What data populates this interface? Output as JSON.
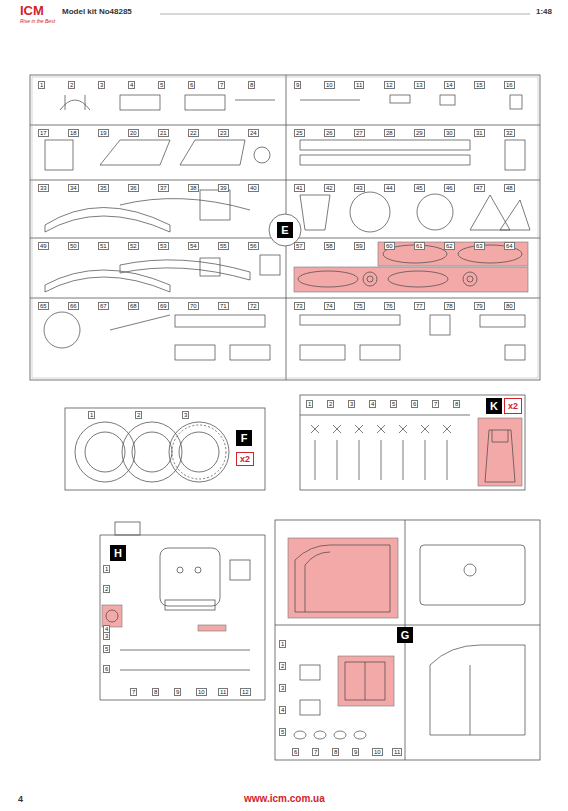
{
  "diagram": {
    "nodes": [
      {
        "text": [
          "E"
        ]
      },
      {
        "text": [
          "F"
        ]
      },
      {
        "text": [
          "x2"
        ]
      },
      {
        "text": [
          "K"
        ]
      },
      {
        "text": [
          "x2"
        ]
      },
      {
        "text": [
          "H"
        ]
      },
      {
        "text": [
          "G"
        ]
      }
    ],
    "labels": [
      "ICM",
      "Rise in the Best",
      "Model kit No48285",
      "1:48",
      "4",
      "www.icm.com.ua",
      "1",
      "2",
      "3",
      "4",
      "5",
      "6",
      "7",
      "8",
      "9",
      "10",
      "11",
      "12",
      "13",
      "14",
      "15",
      "16",
      "17",
      "18",
      "19",
      "20",
      "21",
      "22",
      "23",
      "24",
      "25",
      "26",
      "27",
      "28",
      "29",
      "30",
      "31",
      "32",
      "33",
      "34",
      "35",
      "36",
      "37",
      "38",
      "39",
      "40",
      "41",
      "42",
      "43",
      "44",
      "45",
      "46",
      "47",
      "48",
      "49",
      "50",
      "51",
      "52",
      "53",
      "54",
      "55",
      "56",
      "57",
      "58",
      "59",
      "60",
      "61",
      "62",
      "63",
      "64",
      "65",
      "66",
      "67",
      "68",
      "69",
      "70",
      "71",
      "72",
      "73",
      "74",
      "75",
      "76",
      "77",
      "78",
      "79",
      "80",
      "1",
      "2",
      "3",
      "1",
      "2",
      "3",
      "4",
      "5",
      "6",
      "7",
      "8",
      "1",
      "2",
      "3",
      "4",
      "5",
      "6",
      "7",
      "8",
      "9",
      "10",
      "11",
      "12",
      "1",
      "2",
      "3",
      "4",
      "5",
      "6",
      "7",
      "8",
      "9",
      "10",
      "11"
    ]
  }
}
